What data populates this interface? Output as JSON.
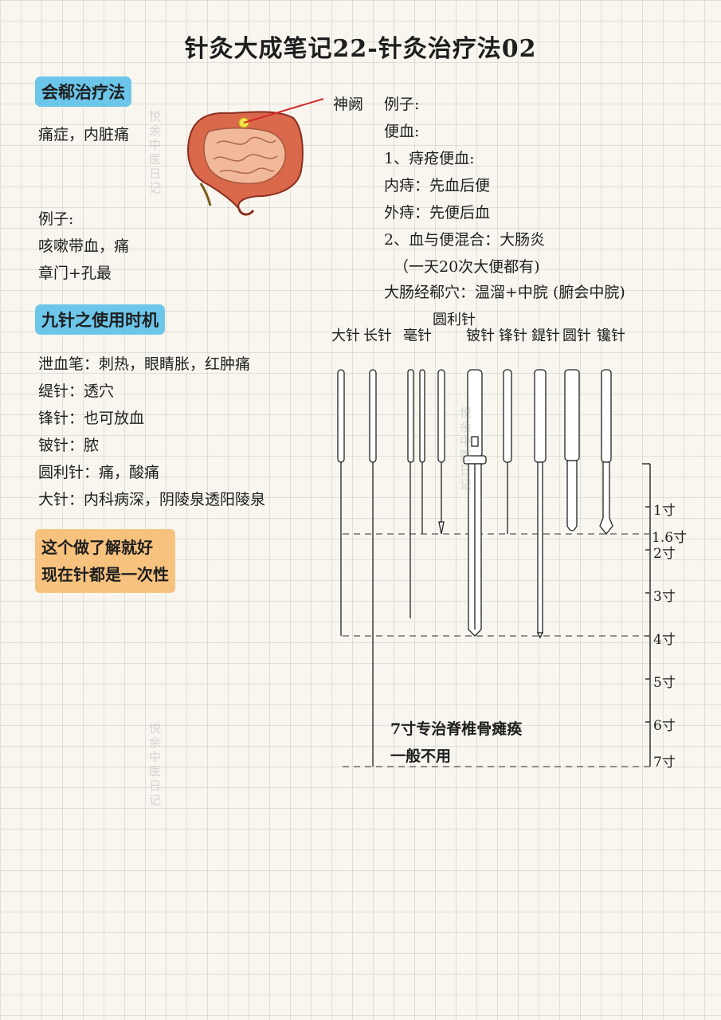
{
  "title": "针灸大成笔记22-针灸治疗法02",
  "section1": {
    "heading": "会郗治疗法",
    "indication": "痛症，内脏痛",
    "example_label": "例子:",
    "example_lines": [
      "咳嗽带血，痛",
      "章门+孔最"
    ]
  },
  "illustration": {
    "label": "神阙"
  },
  "right_notes": [
    "例子:",
    "便血:",
    "1、痔疮便血:",
    "内痔：先血后便",
    "外痔：先便后血",
    "2、血与便混合：大肠炎",
    "（一天20次大便都有)",
    "大肠经郗穴：温溜+中脘 (腑会中脘)"
  ],
  "section2": {
    "heading": "九针之使用时机",
    "lines": [
      "泄血笔：刺热，眼睛胀，红肿痛",
      "缇针：透穴",
      "锋针：也可放血",
      "铍针：脓",
      "圆利针：痛，酸痛",
      "大针：内科病深，阴陵泉透阳陵泉"
    ]
  },
  "note_box": [
    "这个做了解就好",
    "现在针都是一次性"
  ],
  "needles": [
    {
      "name": "大针"
    },
    {
      "name": "长针"
    },
    {
      "name": "毫针"
    },
    {
      "name": "圆利针"
    },
    {
      "name": "铍针"
    },
    {
      "name": "锋针"
    },
    {
      "name": "鍉针"
    },
    {
      "name": "圆针"
    },
    {
      "name": "镵针"
    }
  ],
  "scale": [
    "1寸",
    "1.6寸",
    "2寸",
    "3寸",
    "4寸",
    "5寸",
    "6寸",
    "7寸"
  ],
  "bottom_note": [
    "7寸专治脊椎骨瘫痪",
    "一般不用"
  ],
  "watermark": "悦余中医日记",
  "colors": {
    "tag_blue": "#6cc6ea",
    "note_orange": "#f6c27e",
    "pointer_red": "#d42a2a",
    "intestine": "#c9583e"
  }
}
